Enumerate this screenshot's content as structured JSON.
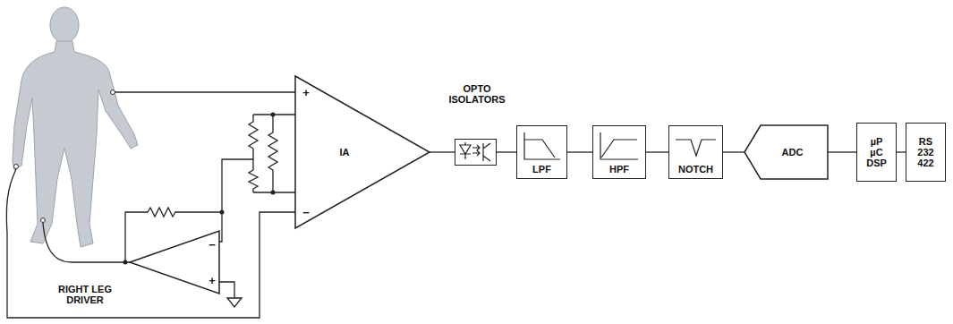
{
  "diagram": {
    "nodes": [
      {
        "text": [
          "RIGHT LEG DRIVER"
        ]
      },
      {
        "text": [
          "IA"
        ]
      },
      {
        "text": [
          "OPTO ISOLATORS"
        ]
      },
      {
        "text": [
          "LPF"
        ]
      },
      {
        "text": [
          "HPF"
        ]
      },
      {
        "text": [
          "NOTCH"
        ]
      },
      {
        "text": [
          "ADC"
        ]
      },
      {
        "text": [
          "µP µC DSP"
        ]
      },
      {
        "text": [
          "RS 232 422"
        ]
      }
    ],
    "edges": [
      {
        "from": 1,
        "to": 2,
        "arrow": "none"
      },
      {
        "from": 2,
        "to": 3,
        "arrow": "none"
      },
      {
        "from": 3,
        "to": 4,
        "arrow": "none"
      },
      {
        "from": 4,
        "to": 5,
        "arrow": "none"
      },
      {
        "from": 5,
        "to": 6,
        "arrow": "none"
      },
      {
        "from": 6,
        "to": 7,
        "arrow": "none"
      },
      {
        "from": 7,
        "to": 8,
        "arrow": "none"
      }
    ],
    "labels": [
      "+",
      "−",
      "−",
      "+"
    ]
  }
}
